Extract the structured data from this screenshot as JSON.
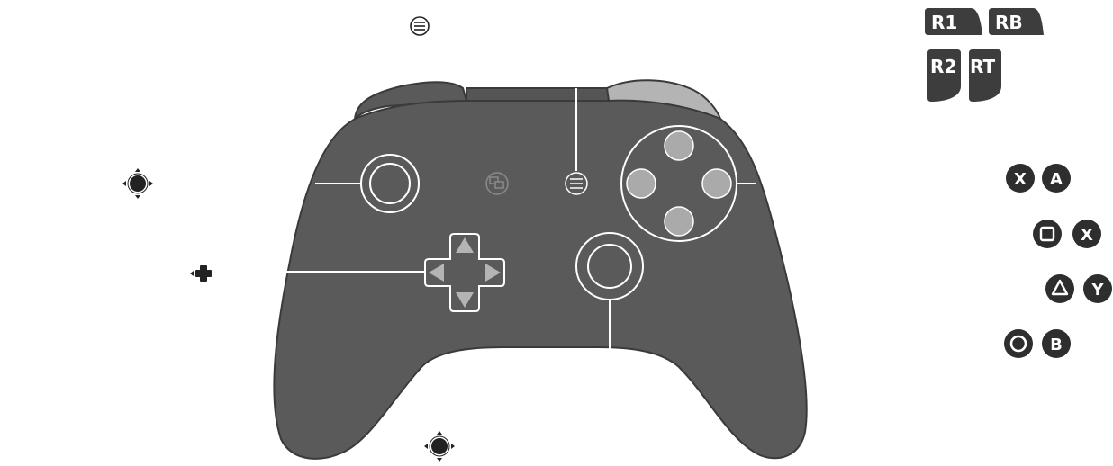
{
  "colors": {
    "body": "#5a5a5a",
    "outline": "#3a3a3a",
    "line": "#ffffff",
    "button_light": "#aaaaaa",
    "badge_dark": "#3d3d3d",
    "badge_text": "#ffffff",
    "icon_dark": "#222222",
    "trigger_highlight": "#b4b4b4"
  },
  "bumper_labels": [
    "R1",
    "RB"
  ],
  "trigger_labels": [
    "R2",
    "RT"
  ],
  "face_button_pairs": [
    {
      "playstation": "cross-icon",
      "xbox": "A"
    },
    {
      "playstation": "square-icon",
      "xbox": "X"
    },
    {
      "playstation": "triangle-icon",
      "xbox": "Y"
    },
    {
      "playstation": "circle-icon",
      "xbox": "B"
    }
  ],
  "face_letters": {
    "cross": "X"
  },
  "callout_icons": {
    "menu": "menu-icon",
    "left_stick": "left-stick-move-icon",
    "dpad": "dpad-icon",
    "right_stick": "right-stick-move-icon"
  },
  "controller_icons": [
    "view-icon",
    "menu-icon"
  ]
}
